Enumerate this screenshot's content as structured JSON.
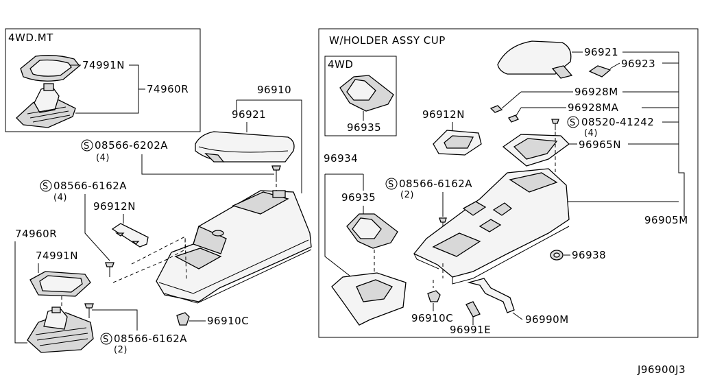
{
  "frames": {
    "mt": "4WD.MT",
    "cup": "W/HOLDER ASSY CUP",
    "wd": "4WD"
  },
  "labels": {
    "l74991N_a": "74991N",
    "l74960R_a": "74960R",
    "l96910": "96910",
    "l96921_a": "96921",
    "lS6202A": "08566-6202A",
    "lS6202A_q": "(4)",
    "lS6162A_a": "08566-6162A",
    "lS6162A_a_q": "(4)",
    "l96912N_a": "96912N",
    "l74960R_b": "74960R",
    "l74991N_b": "74991N",
    "l96910C_a": "96910C",
    "lS6162A_b": "08566-6162A",
    "lS6162A_b_q": "(2)",
    "l96921_b": "96921",
    "l96923": "96923",
    "l96928M": "96928M",
    "l96928MA": "96928MA",
    "lS41242": "08520-41242",
    "lS41242_q": "(4)",
    "l96965N": "96965N",
    "l96912N_b": "96912N",
    "l96935_a": "96935",
    "l96934": "96934",
    "lS6162A_c": "08566-6162A",
    "lS6162A_c_q": "(2)",
    "l96935_b": "96935",
    "l96905M": "96905M",
    "l96938": "96938",
    "l96910C_b": "96910C",
    "l96990M": "96990M",
    "l96991E": "96991E",
    "code": "J96900J3"
  },
  "symbols": {
    "screw_mark": "S"
  }
}
